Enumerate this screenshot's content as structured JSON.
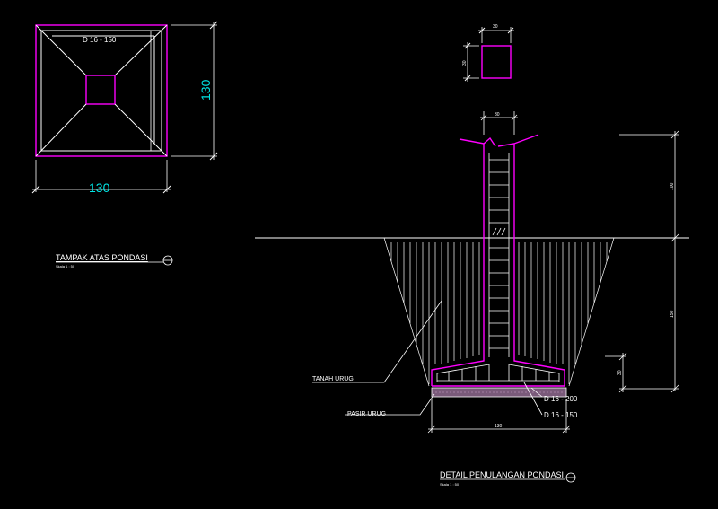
{
  "plan": {
    "rebar_label": "D 16 - 150",
    "dim_width": "130",
    "dim_height": "130",
    "title": "TAMPAK ATAS PONDASI",
    "scale": "Skala 1 : 50"
  },
  "column_section": {
    "dim_width": "30",
    "dim_height": "30"
  },
  "detail": {
    "col_dim_top": "30",
    "dim_above_ground": "100",
    "dim_below_ground": "150",
    "dim_footing": "30",
    "dim_base": "130",
    "label_tanah": "TANAH URUG",
    "label_pasir": "PASIR URUG",
    "label_rebar1": "D 16 - 200",
    "label_rebar2": "D 16 - 150",
    "title": "DETAIL PENULANGAN PONDASI",
    "scale": "Skala 1 : 50"
  },
  "colors": {
    "outline": "#ff00ff",
    "lines": "#ffffff",
    "dimension_text": "#00e5e5",
    "rebar": "#ffffff"
  }
}
